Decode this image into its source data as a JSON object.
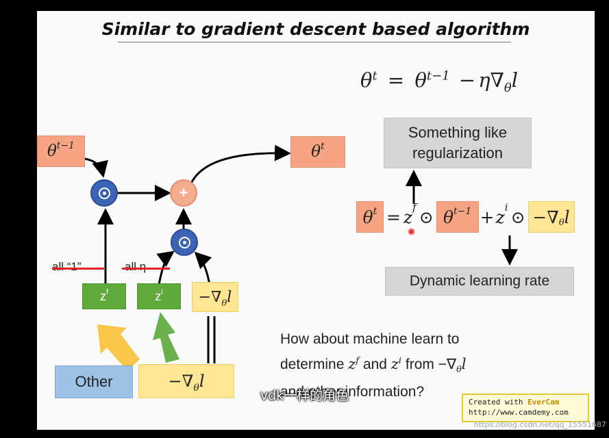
{
  "slide": {
    "title": "Similar to gradient descent based algorithm",
    "equation": {
      "theta_t": "θ",
      "sup_t": "t",
      "eq": "=",
      "theta_prev": "θ",
      "sup_prev": "t−1",
      "minus": "−",
      "eta_grad": "η∇",
      "sub_theta": "θ",
      "loss": "l"
    }
  },
  "diagram": {
    "theta_prev_label": "θ",
    "theta_prev_sup": "t−1",
    "theta_t_label": "θ",
    "theta_t_sup": "t",
    "plus_label": "+",
    "zf_label": "z",
    "zf_sup": "f",
    "zi_label": "z",
    "zi_sup": "i",
    "neg_grad_label": "−∇",
    "neg_grad_sub": "θ",
    "neg_grad_l": "l",
    "all_one_text": "all “1”",
    "all_eta_text": "all η",
    "other_label": "Other",
    "neg_grad_bottom_label": "−∇",
    "neg_grad_bottom_sub": "θ",
    "neg_grad_bottom_l": "l"
  },
  "right_panel": {
    "regularization_box": "Something like regularization",
    "learning_rate_box": "Dynamic learning rate",
    "eq_theta": "θ",
    "eq_theta_sup": "t",
    "eq_equals": "=",
    "eq_z": "z",
    "eq_z_sup": "f",
    "eq_odot1": "⊙",
    "eq_theta_prev": "θ",
    "eq_theta_prev_sup": "t−1",
    "eq_plus": "+",
    "eq_z2": "z",
    "eq_z2_sup": "i",
    "eq_odot2": "⊙",
    "eq_grad": "−∇",
    "eq_grad_sub": "θ",
    "eq_grad_l": "l"
  },
  "question": {
    "line1": "How about machine learn to",
    "line2_a": "determine ",
    "line2_z1": "z",
    "line2_z1_sup": "f",
    "line2_and": " and ",
    "line2_z2": "z",
    "line2_z2_sup": "i",
    "line2_from": " from  ",
    "line2_grad": "−∇",
    "line2_grad_sub": "θ",
    "line2_grad_l": "l",
    "line3": "and other information?"
  },
  "credit": {
    "line1_prefix": "Created with ",
    "line1_brand": "EverCam",
    "line2": "http://www.camdemy.com"
  },
  "subtitle": "vdk一样的角色",
  "watermark": "https://blog.csdn.net/qq_15551687",
  "colors": {
    "orange": "#f6a484",
    "yellow": "#ffe695",
    "green": "#5faa3c",
    "blue": "#9cc2e5",
    "gray": "#d6d6d6",
    "odot": "#3c63b4",
    "plus": "#f4ac8e",
    "strike_red": "#e52222"
  }
}
